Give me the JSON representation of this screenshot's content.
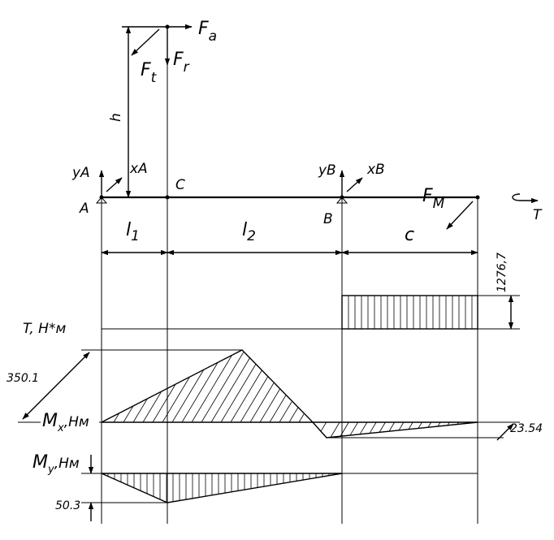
{
  "forces": {
    "axial": "F",
    "axial_sub": "a",
    "tangential": "F",
    "tangential_sub": "t",
    "radial": "F",
    "radial_sub": "r",
    "coupling": "F",
    "coupling_sub": "M",
    "torque": "T"
  },
  "points": {
    "a": "A",
    "c": "C",
    "b": "B"
  },
  "reactions": {
    "ya": "yA",
    "xa": "xA",
    "yb": "yB",
    "xb": "xB"
  },
  "dimensions": {
    "h": "h",
    "l1": "l",
    "l1_sub": "1",
    "l2": "l",
    "l2_sub": "2",
    "c": "c",
    "torque_value": "1276,7"
  },
  "diagrams": {
    "torque_label": "T, H*м",
    "mx_label": "M",
    "mx_sub": "x",
    "mx_unit": ",Hм",
    "mx_max": "350.1",
    "mx_min": "23.54",
    "my_label": "M",
    "my_sub": "y",
    "my_unit": ",Hм",
    "my_max": "50.3"
  }
}
